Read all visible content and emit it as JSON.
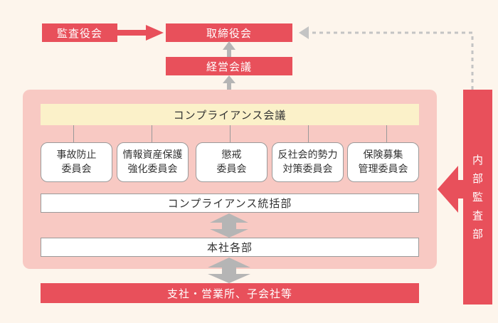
{
  "boxes": {
    "audit_board": "監査役会",
    "board_of_directors": "取締役会",
    "management_meeting": "経営会議",
    "compliance_council": "コンプライアンス会議",
    "compliance_division": "コンプライアンス統括部",
    "head_office_departments": "本社各部",
    "branches_subsidiaries": "支社・営業所、子会社等",
    "internal_audit_department": "内部監査部"
  },
  "internal_audit_chars": [
    "内",
    "部",
    "監",
    "査",
    "部"
  ],
  "committees": [
    {
      "line1": "事故防止",
      "line2": "委員会"
    },
    {
      "line1": "情報資産保護",
      "line2": "強化委員会"
    },
    {
      "line1": "懲戒",
      "line2": "委員会"
    },
    {
      "line1": "反社会的勢力",
      "line2": "対策委員会"
    },
    {
      "line1": "保険募集",
      "line2": "管理委員会"
    }
  ],
  "colors": {
    "accent_red": "#e8505b",
    "panel_pink": "#f8c9c3",
    "council_yellow": "#fbf1c9",
    "arrow_gray": "#b5b5b5",
    "background": "#fdf5ec"
  }
}
